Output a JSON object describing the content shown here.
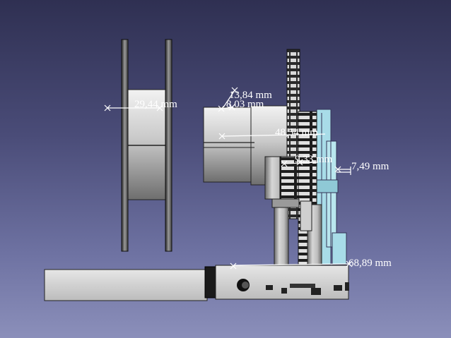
{
  "viewer": {
    "background_top": "#2f3052",
    "background_bottom": "#8b8fba",
    "model_color": "#c8c8c8",
    "accent_color": "#a8dce8",
    "dimension_color": "#ffffff"
  },
  "dimensions": [
    {
      "id": "spool-diameter",
      "label": "29,44 mm"
    },
    {
      "id": "hub-height-a",
      "label": "13,84 mm"
    },
    {
      "id": "hub-height-b",
      "label": "8,03 mm"
    },
    {
      "id": "hub-length",
      "label": "48,54 mm"
    },
    {
      "id": "gear-offset",
      "label": "9,33 mm"
    },
    {
      "id": "side-width",
      "label": "7,49 mm"
    },
    {
      "id": "base-length",
      "label": "68,89 mm"
    }
  ]
}
